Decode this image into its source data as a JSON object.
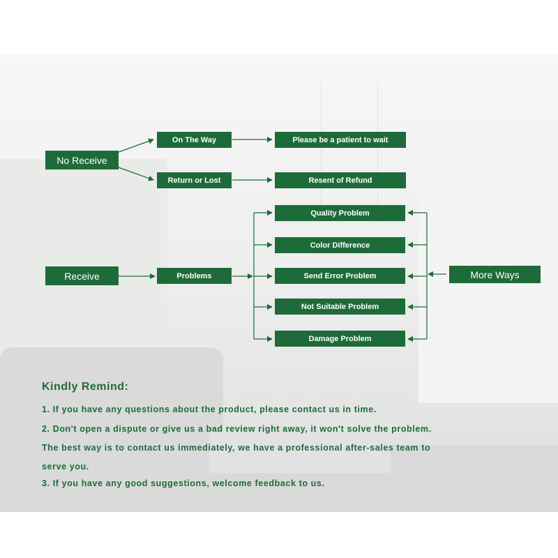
{
  "diagram": {
    "nodes": {
      "no_receive": "No Receive",
      "on_the_way": "On The Way",
      "patient_wait": "Please be a patient to wait",
      "return_lost": "Return or Lost",
      "resent_refund": "Resent of Refund",
      "receive": "Receive",
      "problems": "Problems",
      "quality": "Quality Problem",
      "color": "Color Difference",
      "send_error": "Send Error Problem",
      "not_suitable": "Not Suitable Problem",
      "damage": "Damage Problem",
      "more_ways": "More Ways"
    },
    "colors": {
      "box_fill": "#1e6b3a",
      "box_text": "#ffffff",
      "arrow": "#1e6b3a"
    }
  },
  "remind": {
    "title": "Kindly Remind:",
    "lines": [
      "1. If you have any questions about the product, please contact us in time.",
      "2. Don't open a dispute or give us a bad review right away, it won't solve the problem.",
      "The best way is to contact us immediately, we have a professional after-sales team to",
      "serve you.",
      "3. If you have any good suggestions, welcome feedback to us."
    ]
  }
}
